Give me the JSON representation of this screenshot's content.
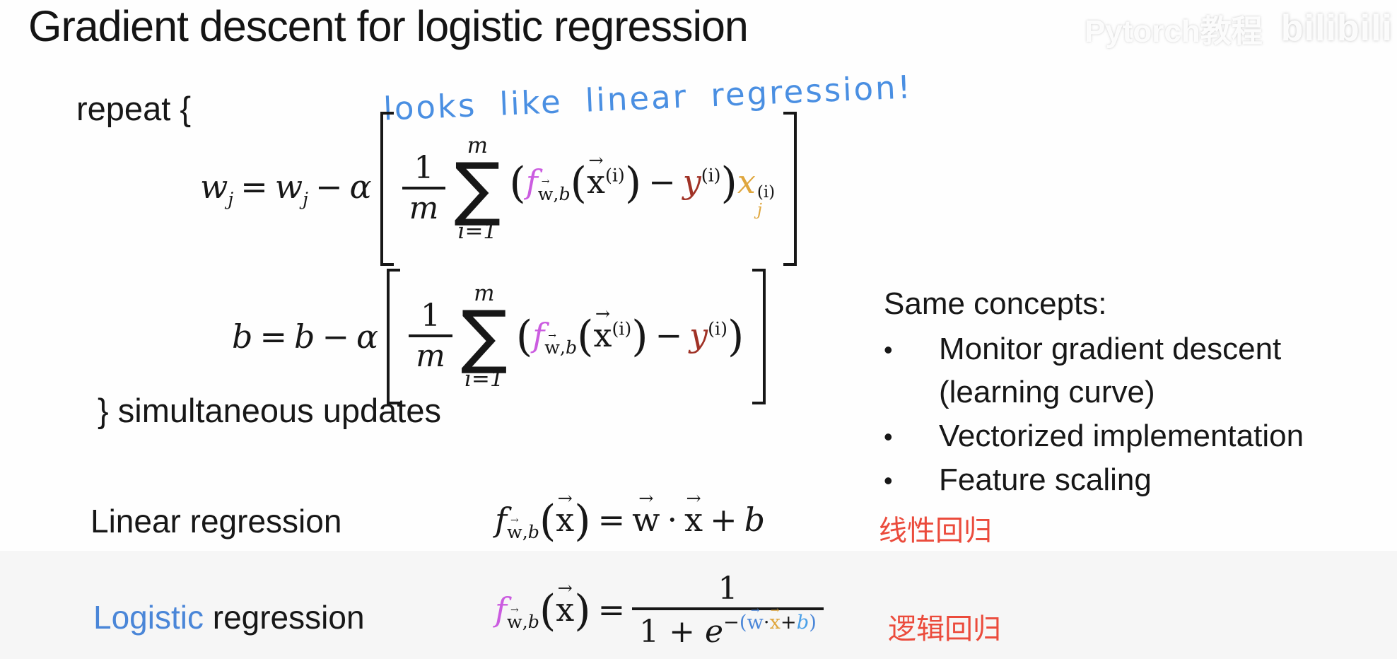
{
  "title": "Gradient descent for logistic regression",
  "watermark": {
    "text": "Pytorch教程",
    "brand": "bilibili"
  },
  "colors": {
    "magenta_f": "#cb5ce0",
    "dark_red_y": "#a03226",
    "orange_x": "#dfa63d",
    "blue_label": "#4a86d8",
    "hand_blue": "#4a8fe2",
    "annotation_red": "#eb4b3c"
  },
  "repeat_block": {
    "open": "repeat {",
    "close": "} simultaneous updates"
  },
  "handwritten_note": "looks like linear regression!",
  "concepts": {
    "heading": "Same concepts:",
    "bullet": "•",
    "items": [
      {
        "text": "Monitor gradient descent",
        "bulleted": true
      },
      {
        "text": "(learning curve)",
        "bulleted": false
      },
      {
        "text": "Vectorized implementation",
        "bulleted": true
      },
      {
        "text": "Feature scaling",
        "bulleted": true
      }
    ]
  },
  "comparison": {
    "linear_label": "Linear regression",
    "logistic_label_highlight": "Logistic",
    "logistic_label_rest": " regression",
    "linear_cn": "线性回归",
    "logistic_cn": "逻辑回归"
  },
  "math": {
    "arrow": "→",
    "w_update": {
      "lhs_var": "w",
      "lhs_sub": "j",
      "eq": "=",
      "rhs_var": "w",
      "rhs_sub": "j",
      "minus": "−",
      "alpha": "α",
      "frac_num": "1",
      "frac_den": "m",
      "sum_upper": "m",
      "sigma": "∑",
      "sum_lower": "i=1",
      "p_open": "(",
      "f": "f",
      "f_sub_w": "w",
      "f_sub_comma": ",",
      "f_sub_b": "b",
      "p2_open": "(",
      "x_vec": "x",
      "x_sup": "(i)",
      "p2_close": ")",
      "minus2": "−",
      "y": "y",
      "y_sup": "(i)",
      "p_close": ")",
      "xj": "x",
      "xj_sup": "(i)",
      "xj_sub": "j"
    },
    "b_update": {
      "lhs_var": "b",
      "eq": "=",
      "rhs_var": "b",
      "minus": "−",
      "alpha": "α",
      "frac_num": "1",
      "frac_den": "m",
      "sum_upper": "m",
      "sigma": "∑",
      "sum_lower": "i=1",
      "p_open": "(",
      "f": "f",
      "f_sub_w": "w",
      "f_sub_comma": ",",
      "f_sub_b": "b",
      "p2_open": "(",
      "x_vec": "x",
      "x_sup": "(i)",
      "p2_close": ")",
      "minus2": "−",
      "y": "y",
      "y_sup": "(i)",
      "p_close": ")"
    },
    "linear": {
      "f": "f",
      "f_sub_w": "w",
      "f_sub_comma": ",",
      "f_sub_b": "b",
      "p_open": "(",
      "x_vec": "x",
      "p_close": ")",
      "eq": "=",
      "w_vec": "w",
      "dot": "·",
      "x2_vec": "x",
      "plus": "+",
      "b": "b"
    },
    "logistic": {
      "f": "f",
      "f_sub_w": "w",
      "f_sub_comma": ",",
      "f_sub_b": "b",
      "p_open": "(",
      "x_vec": "x",
      "p_close": ")",
      "eq": "=",
      "num": "1",
      "den_one_plus": "1 + ",
      "den_e": "e",
      "exp_minus": "−",
      "exp_p_open": "(",
      "exp_w": "w",
      "exp_dot": "·",
      "exp_x": "x",
      "exp_plus": "+",
      "exp_b": "b",
      "exp_p_close": ")"
    }
  }
}
